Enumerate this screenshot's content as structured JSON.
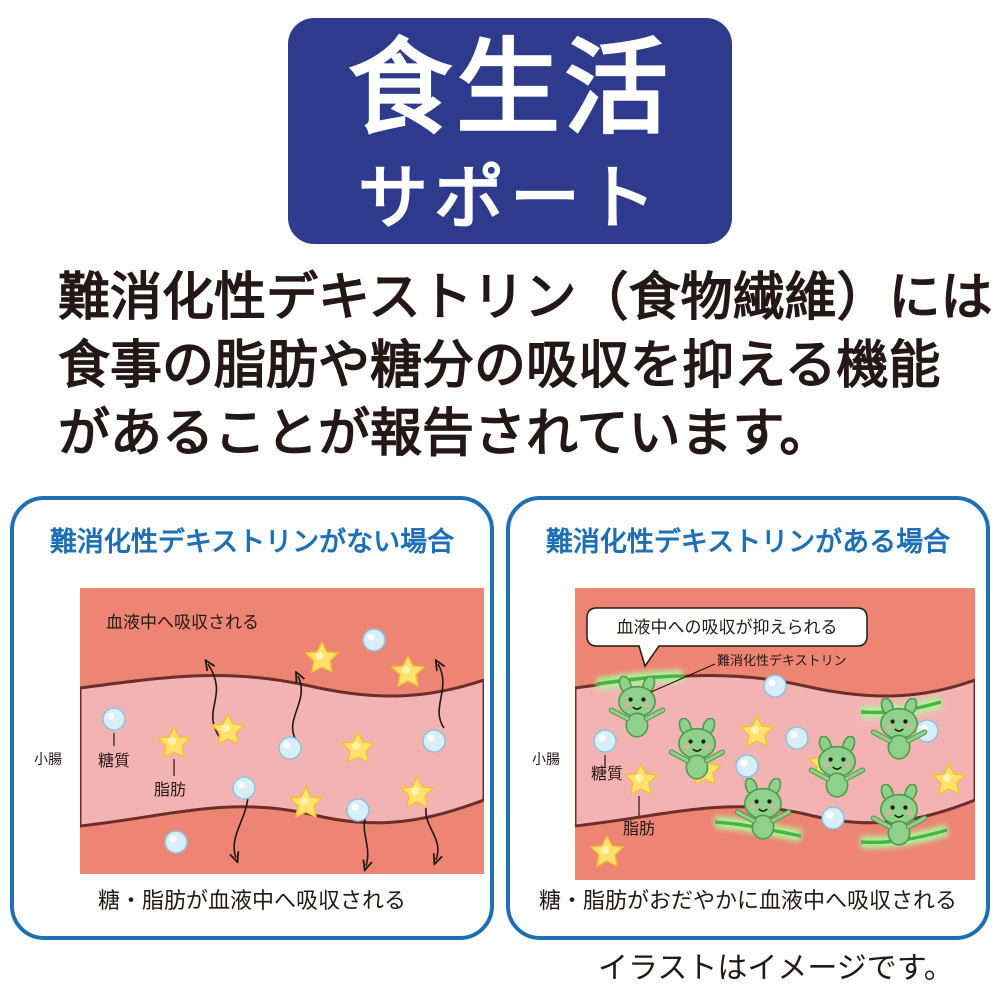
{
  "header": {
    "title": "食生活",
    "subtitle": "サポート"
  },
  "description": {
    "lines": [
      "難消化性デキストリン（食物繊維）には",
      "食事の脂肪や糖分の吸収を抑える機能",
      "があることが報告されています。"
    ]
  },
  "cards": [
    {
      "title": "難消化性デキストリンがない場合",
      "side_label": "小腸",
      "blood_label": "血液中へ吸収される",
      "sugar_label": "糖質",
      "fat_label": "脂肪",
      "caption": "糖・脂肪が血液中へ吸収される"
    },
    {
      "title": "難消化性デキストリンがある場合",
      "side_label": "小腸",
      "callout": "血液中への吸収が抑えられる",
      "dextrin_label": "難消化性デキストリン",
      "sugar_label": "糖質",
      "fat_label": "脂肪",
      "caption": "糖・脂肪がおだやかに血液中へ吸収される"
    }
  ],
  "note": "イラストはイメージです。",
  "colors": {
    "title_bg": "#2e3a8c",
    "card_border": "#1f6fb5",
    "blood": "#ee8473",
    "intestine": "#f4b3b3",
    "sugar": "#cfe8f4",
    "fat": "#ffe16b",
    "dextrin": "#8fd18c"
  },
  "icons": [
    "sugar-molecule-icon",
    "fat-star-icon",
    "dextrin-character-icon",
    "absorption-arrow-icon"
  ]
}
